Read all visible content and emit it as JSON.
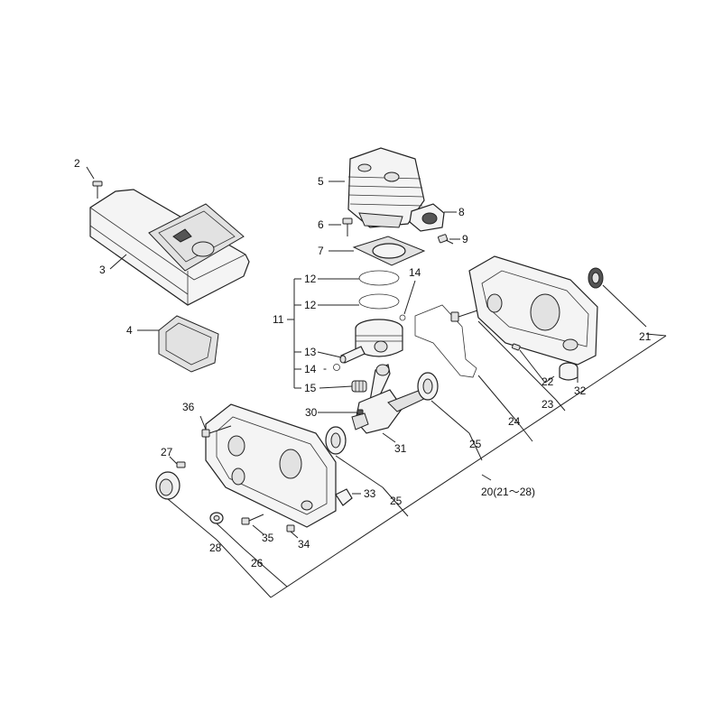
{
  "callouts": {
    "c2": "2",
    "c3": "3",
    "c4": "4",
    "c5": "5",
    "c6": "6",
    "c7": "7",
    "c8": "8",
    "c9": "9",
    "c11": "11",
    "c12a": "12",
    "c12b": "12",
    "c13": "13",
    "c14a": "14",
    "c14b": "14",
    "c15": "15",
    "c20": "20(21～28)",
    "c21": "21",
    "c22": "22",
    "c23": "23",
    "c24": "24",
    "c25a": "25",
    "c25b": "25",
    "c26": "26",
    "c27": "27",
    "c28": "28",
    "c30": "30",
    "c31": "31",
    "c32": "32",
    "c33": "33",
    "c34": "34",
    "c35": "35",
    "c36": "36"
  }
}
